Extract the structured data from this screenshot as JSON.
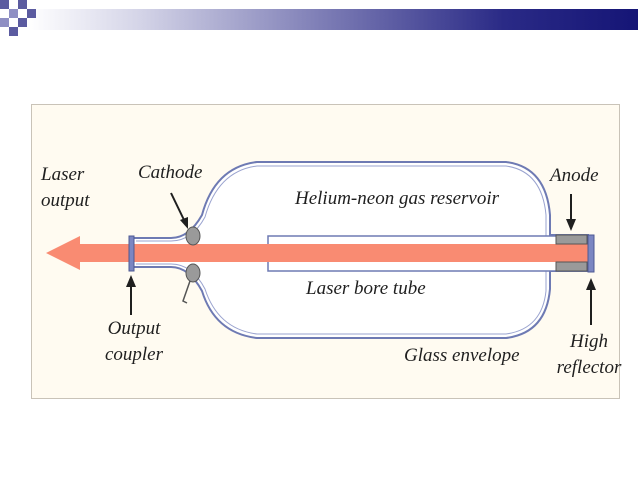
{
  "diagram": {
    "labels": {
      "laser_output_line1": "Laser",
      "laser_output_line2": "output",
      "cathode": "Cathode",
      "gas_reservoir": "Helium-neon gas reservoir",
      "anode": "Anode",
      "bore_tube": "Laser bore tube",
      "output_coupler_line1": "Output",
      "output_coupler_line2": "coupler",
      "glass_envelope": "Glass envelope",
      "high_reflector_line1": "High",
      "high_reflector_line2": "reflector"
    },
    "colors": {
      "beam": "#f98b72",
      "envelope_outline": "#6e7ab3",
      "envelope_fill": "#ffffff",
      "mirror": "#7b86c2",
      "electrode": "#9a9a9a",
      "title_bar_dark": "#151576",
      "corner_squares": "#5b5ba0",
      "background": "#fffbf1"
    }
  }
}
